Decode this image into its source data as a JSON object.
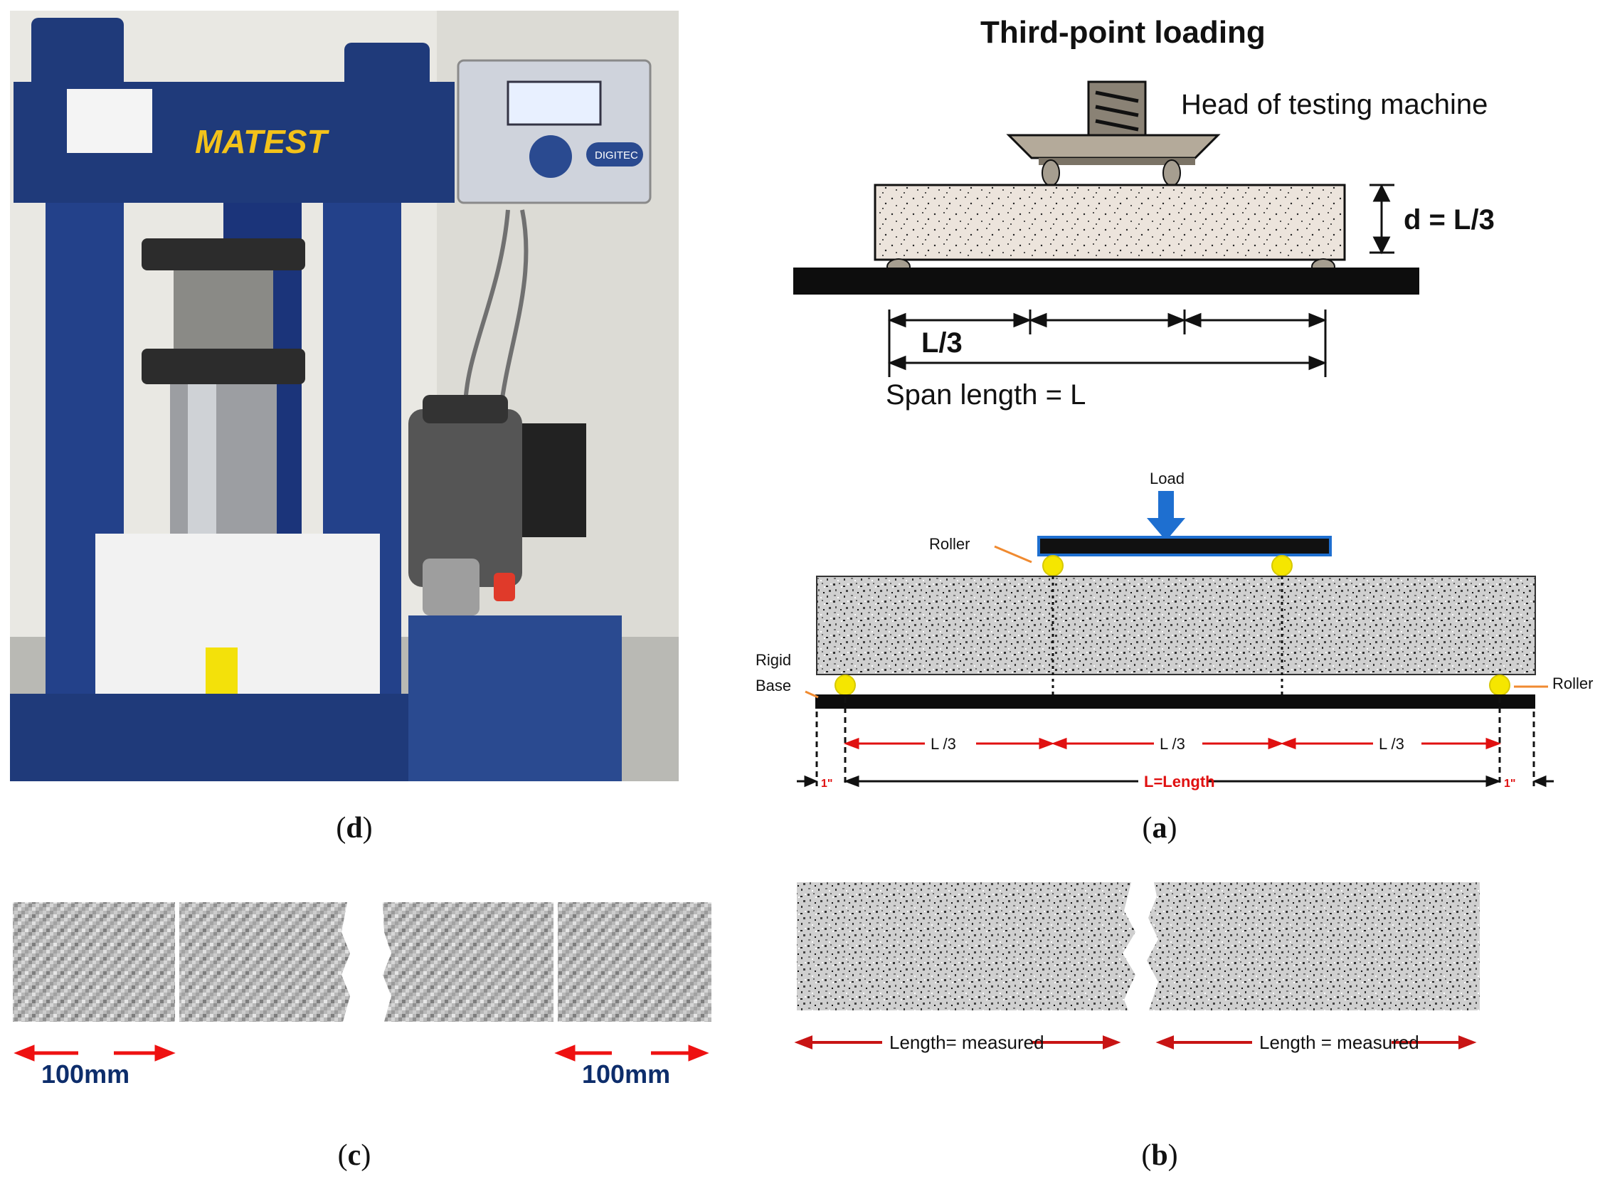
{
  "panel_d": {
    "brand": "MATEST",
    "controller_label": "DIGITEC",
    "caption": "d",
    "colors": {
      "frame": "#1f3a7a",
      "brand_text": "#f3c21a",
      "wall": "#e9e8e3"
    }
  },
  "panel_top_right": {
    "title": "Third-point loading",
    "head_label": "Head of testing machine",
    "depth_label": "d = L/3",
    "third_label": "L/3",
    "span_label": "Span length = L"
  },
  "panel_a": {
    "load_label": "Load",
    "roller_top_label": "Roller",
    "rigid_base_label": "Rigid\nBase",
    "roller_right_label": "Roller",
    "third_labels": [
      "L /3",
      "L /3",
      "L /3"
    ],
    "length_label": "L=Length",
    "overhang_label": "1\"",
    "caption": "a",
    "colors": {
      "load_arrow": "#1e6fd0",
      "roller": "#f5e600",
      "dimension": "#e01010",
      "leader": "#f08a30"
    }
  },
  "panel_b": {
    "left_label": "Length= measured",
    "right_label": "Length = measured",
    "caption": "b",
    "colors": {
      "arrow": "#c81414"
    }
  },
  "panel_c": {
    "left_label": "100mm",
    "right_label": "100mm",
    "caption": "c",
    "colors": {
      "arrow": "#ee1111",
      "label": "#0d2d6b"
    }
  }
}
